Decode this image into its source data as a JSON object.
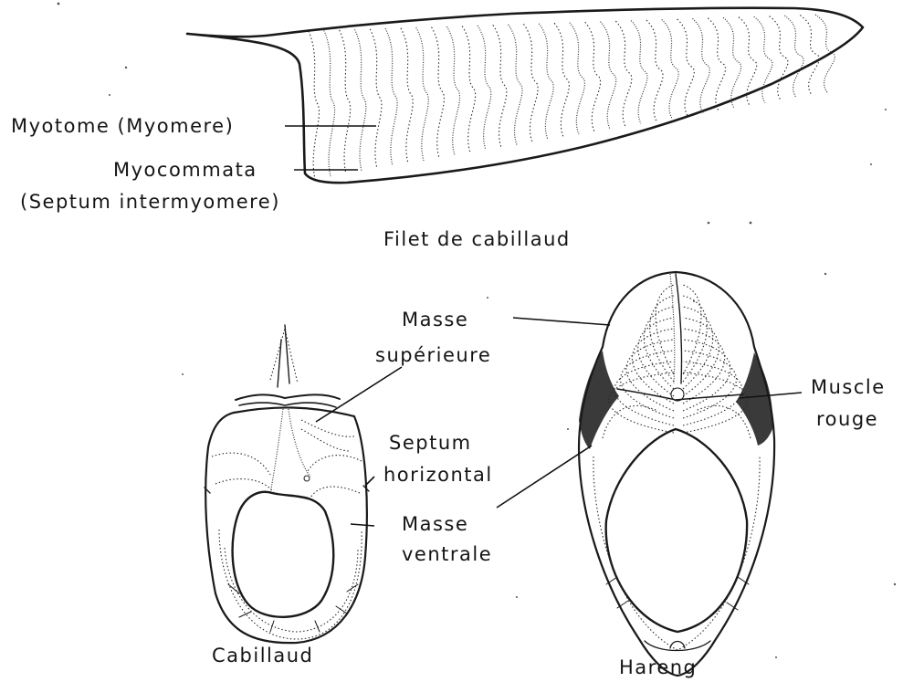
{
  "fillet": {
    "caption": "Filet de cabillaud",
    "myotome_label": "Myotome (Myomere)",
    "myocommata_label_line1": "Myocommata",
    "myocommata_label_line2": "(Septum intermyomere)"
  },
  "cross_sections": {
    "cod_caption": "Cabillaud",
    "herring_caption": "Hareng",
    "upper_mass_line1": "Masse",
    "upper_mass_line2": "supérieure",
    "septum_line1": "Septum",
    "septum_line2": "horizontal",
    "ventral_mass_line1": "Masse",
    "ventral_mass_line2": "ventrale",
    "red_muscle_line1": "Muscle",
    "red_muscle_line2": "rouge"
  }
}
